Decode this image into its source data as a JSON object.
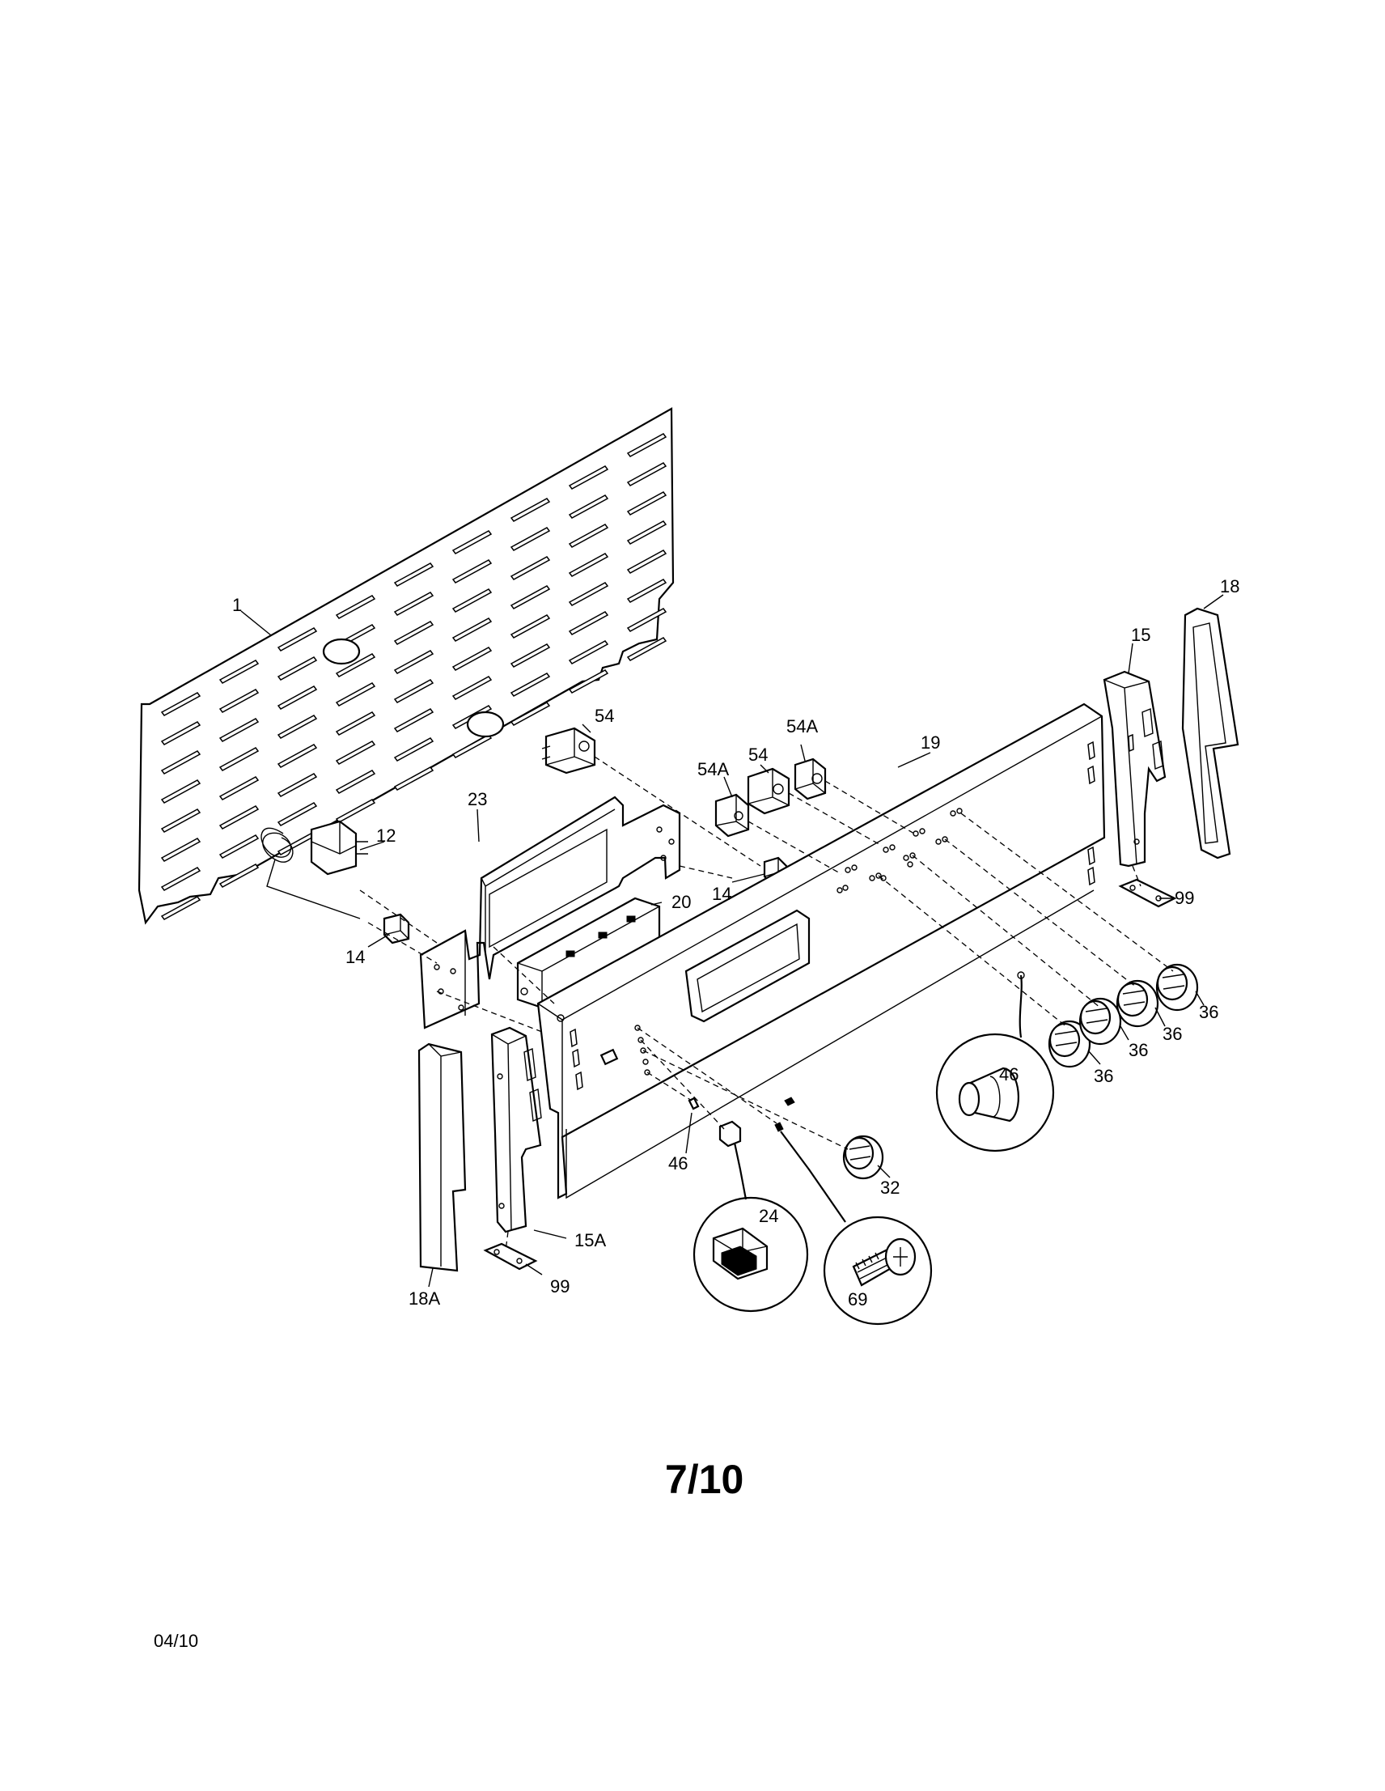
{
  "labels": {
    "p1": "1",
    "p12": "12",
    "p14a": "14",
    "p14b": "14",
    "p15": "15",
    "p15A": "15A",
    "p18": "18",
    "p18A": "18A",
    "p19": "19",
    "p20": "20",
    "p23": "23",
    "p24": "24",
    "p32": "32",
    "p36a": "36",
    "p36b": "36",
    "p36c": "36",
    "p36d": "36",
    "p46a": "46",
    "p46b": "46",
    "p54a": "54",
    "p54b": "54",
    "p54Aa": "54A",
    "p54Ab": "54A",
    "p69": "69",
    "p99a": "99",
    "p99b": "99"
  },
  "page_number": "7/10",
  "date_code": "04/10"
}
